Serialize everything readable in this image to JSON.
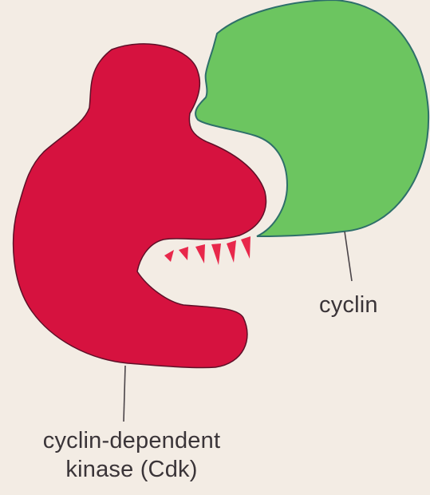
{
  "labels": {
    "cyclin": "cyclin",
    "cdk_line1": "cyclin-dependent",
    "cdk_line2": "kinase (Cdk)"
  },
  "colors": {
    "background": "#f3ece4",
    "cyclin_fill": "#6cc560",
    "cdk_fill": "#d6123f",
    "active_site_marks": "#e8284b",
    "leader_lines": "#4a4448",
    "label_text": "#3a3438"
  }
}
